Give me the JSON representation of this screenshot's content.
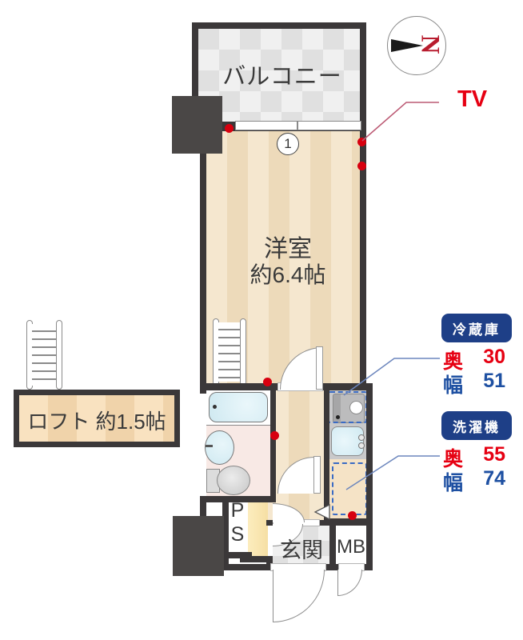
{
  "plan": {
    "balcony_label": "バルコニー",
    "room_label": "洋室",
    "room_size": "約6.4帖",
    "loft_label": "ロフト 約1.5帖",
    "entrance_label": "玄関",
    "meter_box_label": "MB",
    "pipe_space_p": "P",
    "pipe_space_s": "S",
    "window_marker": "1",
    "tv_label": "TV",
    "compass_north": "N"
  },
  "annotations": {
    "fridge": {
      "title": "冷蔵庫",
      "depth_label": "奥",
      "depth_value": "30",
      "width_label": "幅",
      "width_value": "51"
    },
    "washer": {
      "title": "洗濯機",
      "depth_label": "奥",
      "depth_value": "55",
      "width_label": "幅",
      "width_value": "74"
    }
  },
  "colors": {
    "wall": "#3b3839",
    "pillar": "#4a4746",
    "floorA": "#f5e7cf",
    "floorB": "#eddaba",
    "loftA": "#f9e2c0",
    "loftB": "#f0d3aa",
    "tileA": "#f0f0f0",
    "tileB": "#e0e0e0",
    "pink": "#f8e9e5",
    "aqua": "#cfe9f1",
    "yellow": "#f6dfa4",
    "kitchen": "#c9c9ca",
    "navy": "#1e3f87",
    "red": "#e60012",
    "blue": "#1e50a2",
    "dash": "#3a6bc4",
    "dot": "#d7000f",
    "compass_red": "#b81c2e"
  }
}
